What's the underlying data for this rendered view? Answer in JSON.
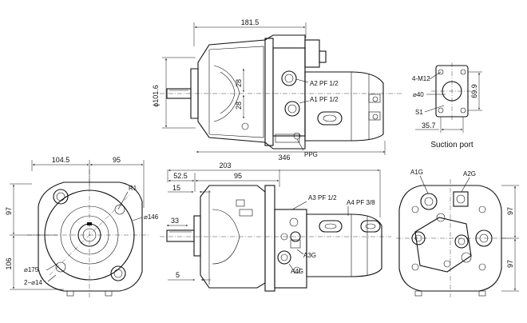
{
  "top_view": {
    "dim_length": "181.5",
    "dim_diameter": "ϕ101.6",
    "dim_28_a": "28",
    "dim_28_b": "28",
    "port_a2": "A2 PF 1/2",
    "port_a1": "A1 PF 1/2",
    "dim_overall": "346",
    "port_ppg": "PPG"
  },
  "suction_port": {
    "bolts": "4-M12",
    "bore": "⌀40",
    "thread": "S1",
    "dim_height": "69.9",
    "dim_width": "35.7",
    "caption": "Suction port"
  },
  "front_view": {
    "dim_104_5": "104.5",
    "dim_95": "95",
    "dim_97": "97",
    "dim_106": "106",
    "radius": "R1",
    "dim_146": "⌀146",
    "dim_175": "⌀175",
    "mount_holes": "2−⌀14"
  },
  "side_view": {
    "dim_203": "203",
    "dim_52_5": "52.5",
    "dim_95": "95",
    "dim_15": "15",
    "dim_33": "33",
    "dim_5": "5",
    "port_a3": "A3 PF 1/2",
    "port_a4": "A4 PF 3/8",
    "port_a3g": "A3G",
    "port_a4g": "A4G"
  },
  "rear_view": {
    "port_a1g": "A1G",
    "port_a2g": "A2G",
    "dim_97_top": "97",
    "dim_97_bottom": "97"
  }
}
